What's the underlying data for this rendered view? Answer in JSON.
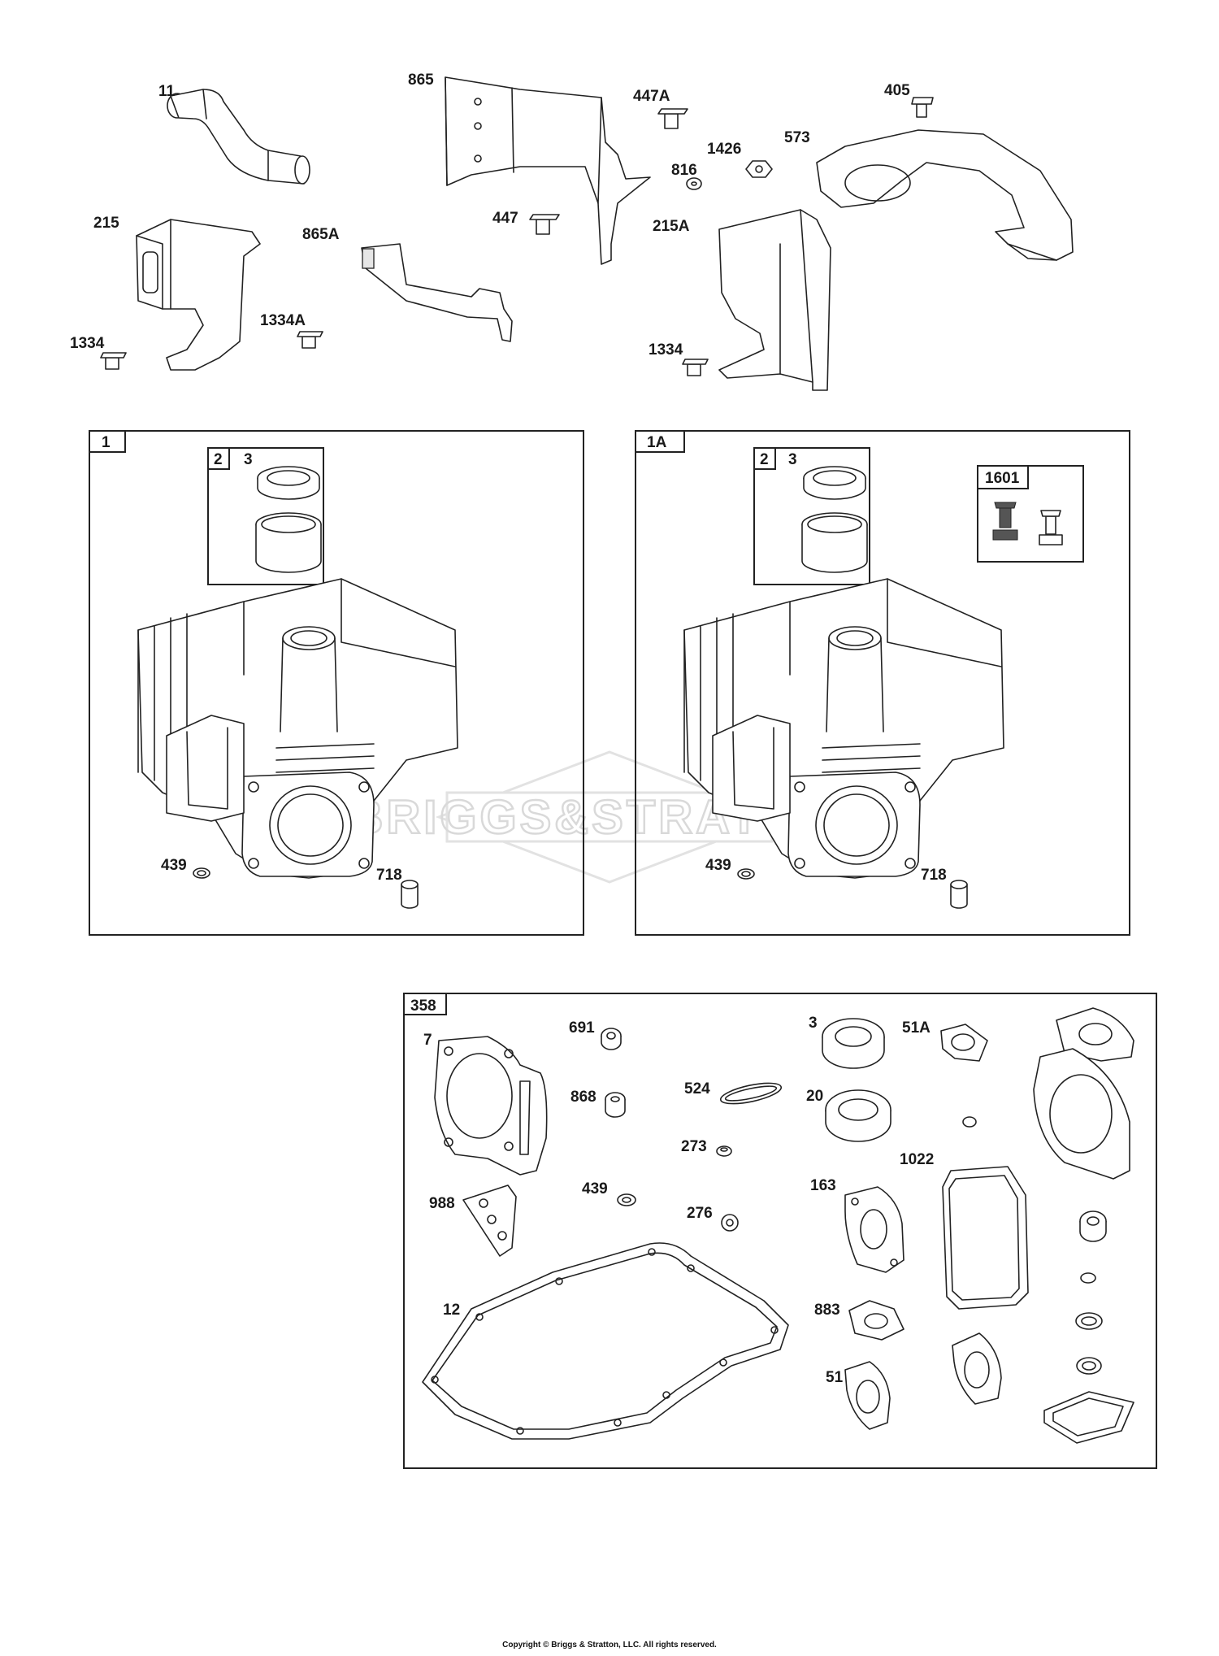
{
  "labels": {
    "p11": "11",
    "p865": "865",
    "p447A": "447A",
    "p405": "405",
    "p1426": "1426",
    "p573": "573",
    "p816": "816",
    "p215": "215",
    "p865A": "865A",
    "p447": "447",
    "p215A": "215A",
    "p1334a": "1334",
    "p1334A": "1334A",
    "p1334b": "1334",
    "b1_3": "3",
    "b1_439": "439",
    "b1_718": "718",
    "b1A_3": "3",
    "b1A_439": "439",
    "b1A_718": "718",
    "p7": "7",
    "p691": "691",
    "p868": "868",
    "p524": "524",
    "p273": "273",
    "p3g": "3",
    "p51A": "51A",
    "p20": "20",
    "p1022": "1022",
    "p163": "163",
    "p988": "988",
    "p439g": "439",
    "p276": "276",
    "p12": "12",
    "p883": "883",
    "p51": "51"
  },
  "boxes": {
    "box1": "1",
    "box1_sub": "2",
    "box1A": "1A",
    "box1A_sub": "2",
    "box1601": "1601",
    "box358": "358"
  },
  "watermark": "BRIGGS&STRATTON",
  "copyright": "Copyright © Briggs & Stratton, LLC. All rights reserved."
}
